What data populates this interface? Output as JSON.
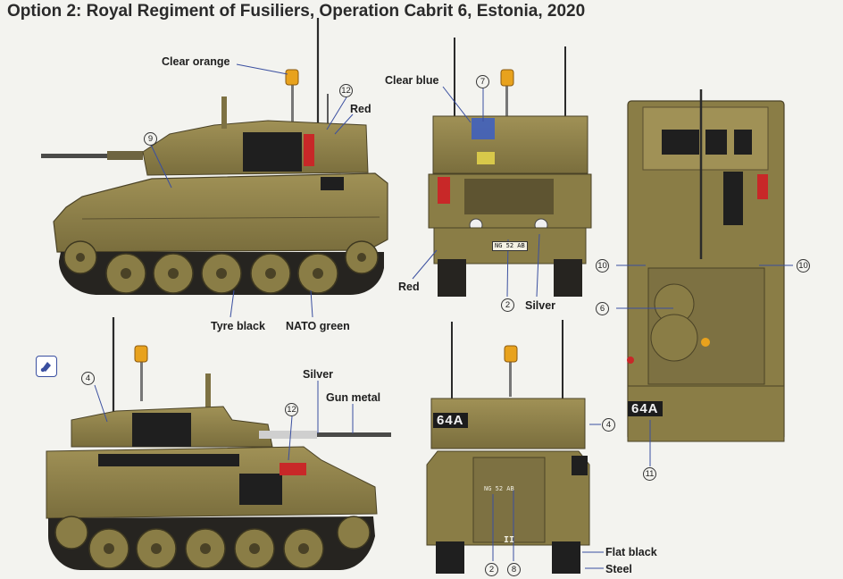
{
  "title": "Option 2: Royal Regiment of Fusiliers, Operation Cabrit 6, Estonia, 2020",
  "labels": {
    "clear_orange": "Clear orange",
    "red": "Red",
    "tyre_black": "Tyre black",
    "nato_green": "NATO green",
    "clear_blue": "Clear blue",
    "red_front": "Red",
    "silver_front": "Silver",
    "silver_side": "Silver",
    "gun_metal": "Gun metal",
    "flat_black": "Flat black",
    "steel": "Steel"
  },
  "callouts": {
    "n9": "9",
    "n12_top": "12",
    "n7": "7",
    "n2_front": "2",
    "n10_left": "10",
    "n10_right": "10",
    "n6": "6",
    "n4_side": "4",
    "n12_side": "12",
    "n4_rear": "4",
    "n11": "11",
    "n2_rear": "2",
    "n8": "8"
  },
  "markings": {
    "front_plate": "NG 52 AB",
    "rear_plate": "NG 52 AB",
    "tac_rear": "64A",
    "tac_top": "64A",
    "rear_bars": "II"
  },
  "icons": {
    "symbol": "decal-symbol-icon"
  },
  "colors": {
    "nato_green": "#8a7d46",
    "nato_green_light": "#a39358",
    "nato_green_dark": "#6b5f33",
    "tyre_black": "#262420",
    "flat_black": "#1f1f1f",
    "clear_orange": "#e8a21d",
    "clear_blue": "#3b5ec4",
    "red": "#c82828",
    "silver": "#cfcfcf",
    "gun_metal": "#4a4a48"
  }
}
